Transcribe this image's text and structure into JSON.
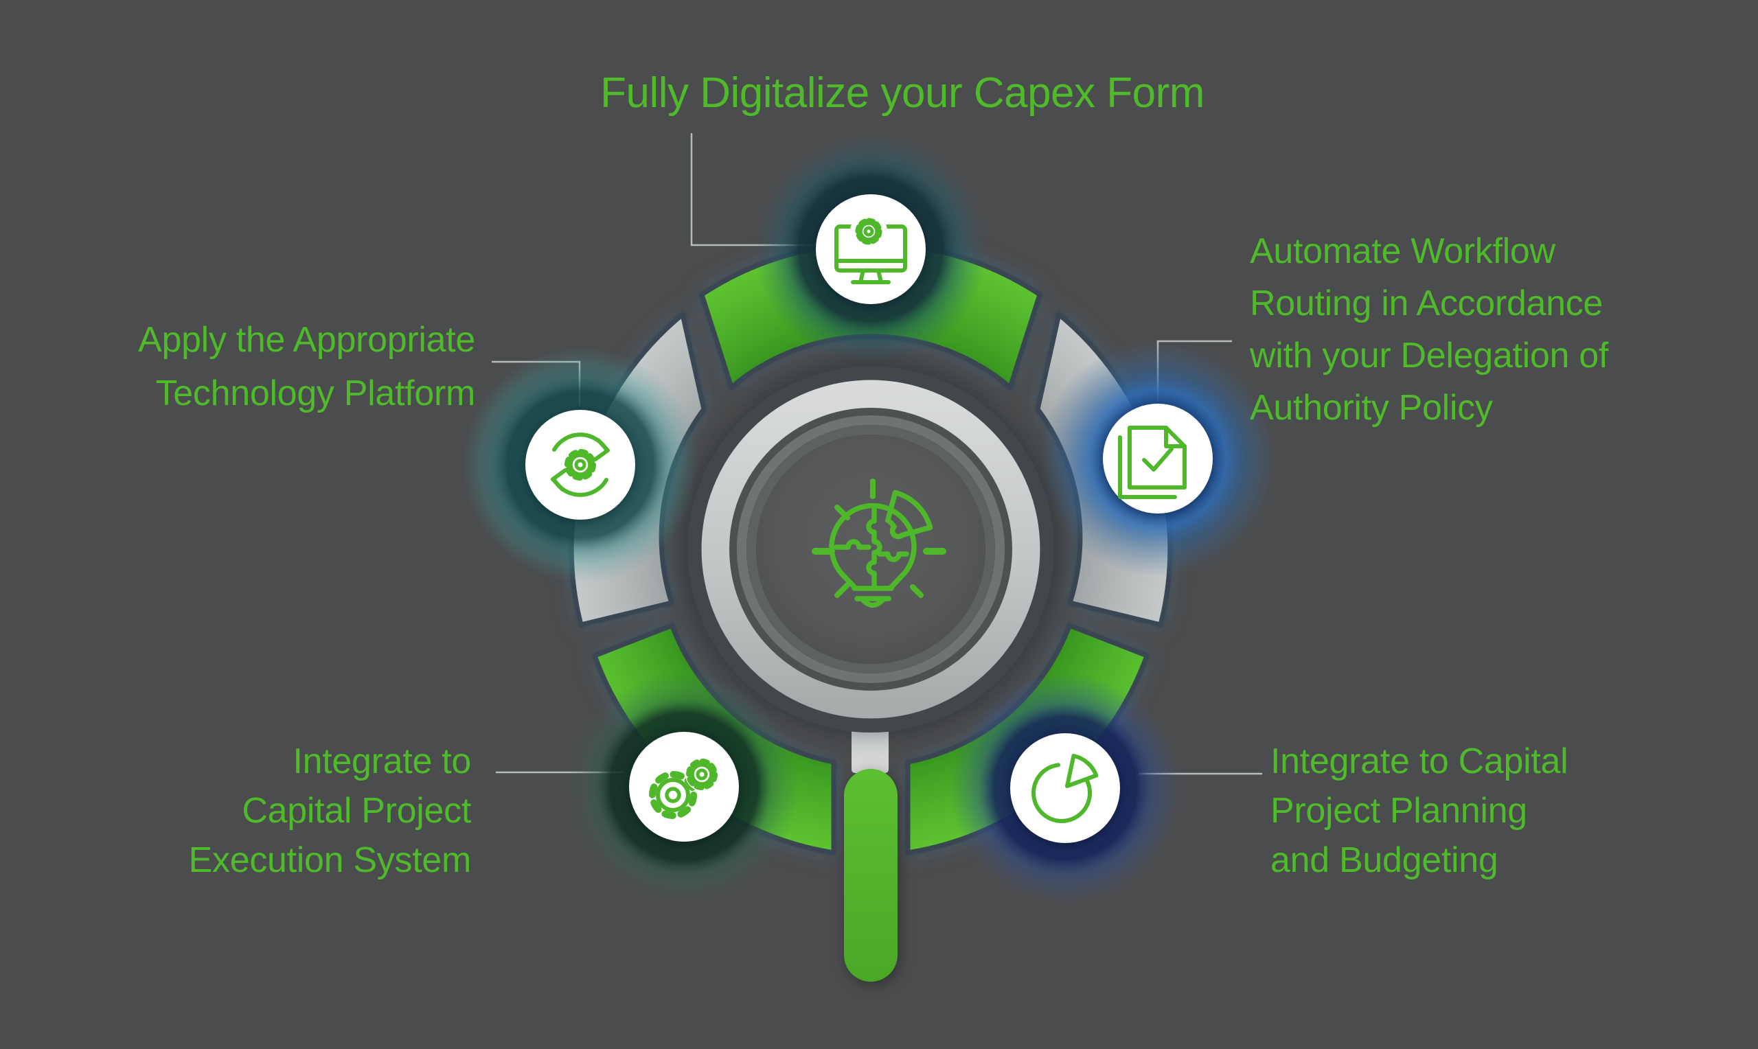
{
  "colors": {
    "background": "#4b4c4d",
    "text_green": "#4fba2a",
    "icon_green": "#4fb82a",
    "segment_green_outer": "#5ec431",
    "segment_green_inner": "#37941f",
    "segment_gray": "#cfd3d3",
    "segment_outline": "#3a4752",
    "connector_gray": "#b9bcbc",
    "lens_silver": "#c9cccc",
    "lens_inner": "#565758",
    "handle_green": "#55b42c",
    "glow_teal_dark": "#174a4e",
    "glow_blue": "#2e6cb4",
    "glow_dark_green": "#123227",
    "glow_navy": "#16265c",
    "glow_slate_teal": "#14333d"
  },
  "center": {
    "icon": "lightbulb-puzzle-icon"
  },
  "steps": [
    {
      "position": "top",
      "icon": "monitor-gear-icon",
      "label": "Fully Digitalize your Capex Form",
      "lines": [
        "Fully Digitalize your Capex Form"
      ]
    },
    {
      "position": "right",
      "icon": "document-check-icon",
      "label": "Automate Workflow Routing in Accordance with your Delegation of Authority Policy",
      "lines": [
        "Automate Workflow",
        "Routing in Accordance",
        "with your Delegation of",
        "Authority Policy"
      ]
    },
    {
      "position": "bottom-right",
      "icon": "pie-chart-icon",
      "label": "Integrate to Capital Project Planning and Budgeting",
      "lines": [
        "Integrate to Capital",
        "Project Planning",
        "and Budgeting"
      ]
    },
    {
      "position": "bottom-left",
      "icon": "gears-icon",
      "label": "Integrate to Capital Project Execution System",
      "lines": [
        "Integrate to",
        "Capital Project",
        "Execution System"
      ]
    },
    {
      "position": "left",
      "icon": "sync-gear-icon",
      "label": "Apply the Appropriate Technology Platform",
      "lines": [
        "Apply the Appropriate",
        "Technology Platform"
      ]
    }
  ]
}
